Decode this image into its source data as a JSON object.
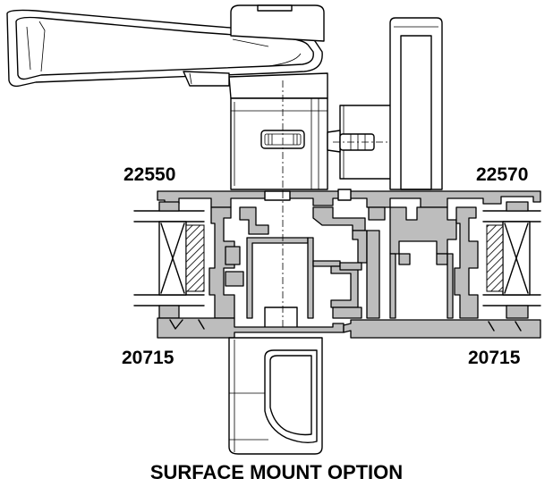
{
  "labels": {
    "top_left": "22550",
    "top_right": "22570",
    "bottom_left": "20715",
    "bottom_right": "20715"
  },
  "caption": "SURFACE MOUNT OPTION",
  "colors": {
    "profile_fill": "#bdbdbd",
    "line": "#000000",
    "background": "#ffffff"
  }
}
